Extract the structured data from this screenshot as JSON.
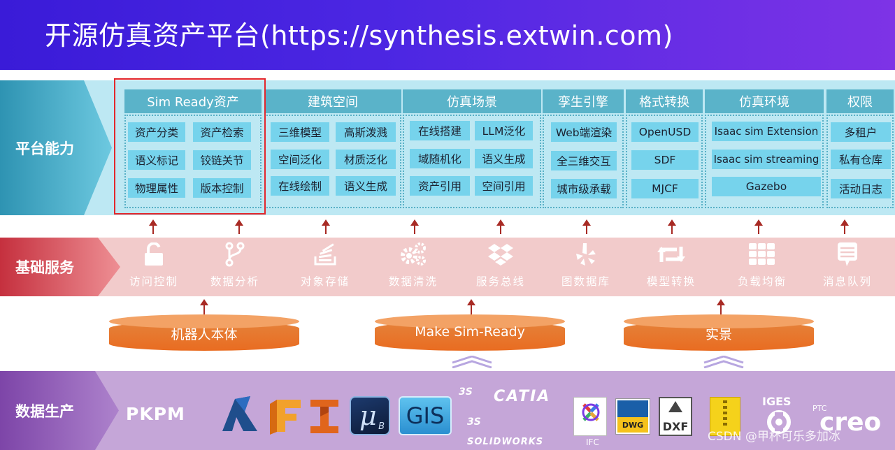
{
  "header": {
    "title": "开源仿真资产平台(https://synthesis.extwin.com)"
  },
  "bands": {
    "platform": "平台能力",
    "basic": "基础服务",
    "data": "数据生产"
  },
  "modules": [
    {
      "title": "Sim Ready资产",
      "cells": [
        "资产分类",
        "资产检索",
        "语义标记",
        "铰链关节",
        "物理属性",
        "版本控制"
      ]
    },
    {
      "title": "建筑空间",
      "cells": [
        "三维模型",
        "高斯泼溅",
        "空间泛化",
        "材质泛化",
        "在线绘制",
        "语义生成"
      ]
    },
    {
      "title": "仿真场景",
      "cells": [
        "在线搭建",
        "LLM泛化",
        "域随机化",
        "语义生成",
        "资产引用",
        "空间引用"
      ]
    },
    {
      "title": "孪生引擎",
      "cells": [
        "Web端渲染",
        "全三维交互",
        "城市级承载"
      ]
    },
    {
      "title": "格式转换",
      "cells": [
        "OpenUSD",
        "SDF",
        "MJCF"
      ]
    },
    {
      "title": "仿真环境",
      "cells": [
        "Isaac sim Extension",
        "Isaac sim streaming",
        "Gazebo"
      ]
    },
    {
      "title": "权限",
      "cells": [
        "多租户",
        "私有仓库",
        "活动日志"
      ]
    }
  ],
  "services": [
    {
      "label": "访问控制",
      "icon": "unlock-icon"
    },
    {
      "label": "数据分析",
      "icon": "branch-icon"
    },
    {
      "label": "对象存储",
      "icon": "stack-icon"
    },
    {
      "label": "数据清洗",
      "icon": "gears-icon"
    },
    {
      "label": "服务总线",
      "icon": "dropbox-icon"
    },
    {
      "label": "图数据库",
      "icon": "yelp-icon"
    },
    {
      "label": "模型转换",
      "icon": "retweet-icon"
    },
    {
      "label": "负载均衡",
      "icon": "grid-icon"
    },
    {
      "label": "消息队列",
      "icon": "message-icon"
    }
  ],
  "cylinders": [
    "机器人本体",
    "Make Sim-Ready",
    "实景"
  ],
  "logos": {
    "pkpm": "PKPM",
    "gis": "GIS",
    "catia": "CATIA",
    "solidworks": "SOLIDWORKS",
    "ifc": "IFC",
    "dwg": "DWG",
    "dxf": "DXF",
    "iges": "IGES",
    "ptc": "PTC",
    "creo": "creo"
  },
  "watermark": "CSDN @甲杯可乐多加冰",
  "colors": {
    "header": "#4d27e3",
    "platform_band": "#bde8f3",
    "module_head": "#5ab3c9",
    "cell": "#76d3ec",
    "basic_band": "#f2cbcb",
    "data_band": "#c5a6d8",
    "cylinder": "#e96c21",
    "arrow": "#a82a24",
    "highlight": "#e3262b"
  }
}
